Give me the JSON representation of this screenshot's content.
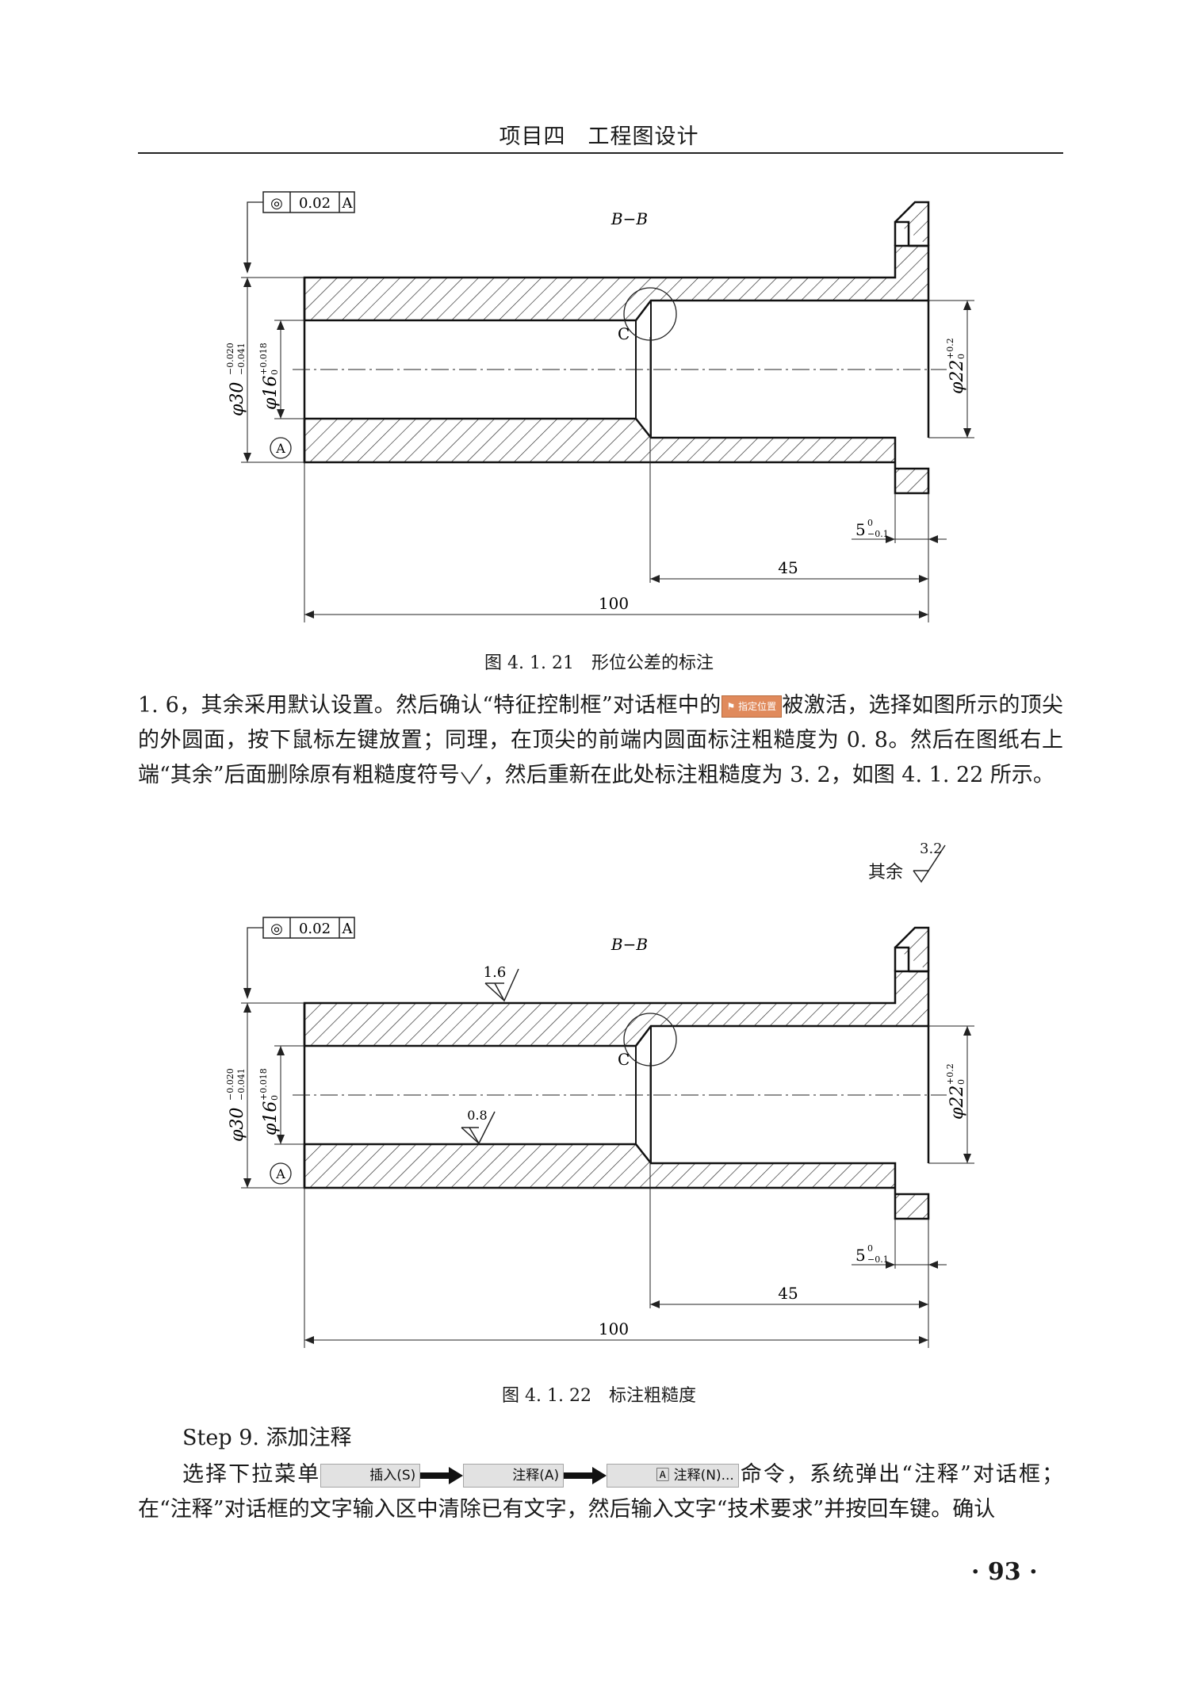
{
  "running_header": "项目四　工程图设计",
  "figure1": {
    "gdt_symbol": "◎",
    "gdt_tolerance": "0.02",
    "gdt_datum": "A",
    "section_label": "B−B",
    "chamfer_label": "C",
    "datum_label": "A",
    "dim_phi30": "φ30",
    "dim_phi30_upper": "−0.020",
    "dim_phi30_lower": "−0.041",
    "dim_phi16": "φ16",
    "dim_phi16_upper": "+0.018",
    "dim_phi16_lower": "0",
    "dim_phi22": "φ22",
    "dim_phi22_upper": "+0.2",
    "dim_phi22_lower": "0",
    "dim_5": "5",
    "dim_5_upper": "0",
    "dim_5_lower": "−0.1",
    "dim_45": "45",
    "dim_100": "100",
    "caption": "图 4. 1. 21　形位公差的标注"
  },
  "paragraph1": {
    "part1": "1. 6，其余采用默认设置。然后确认“特征控制框”对话框中的",
    "button_label": "指定位置",
    "part2": "被激活，选择如图所示的顶尖的外圆面，按下鼠标左键放置；同理，在顶尖的前端内圆面标注粗糙度为 0. 8。然后在图纸右上端“其余”后面删除原有粗糙度符号",
    "part3": "，然后重新在此处标注粗糙度为 3. 2，如图 4. 1. 22 所示。"
  },
  "figure2": {
    "remaining_label": "其余",
    "remaining_roughness": "3.2",
    "outer_roughness": "1.6",
    "inner_roughness": "0.8",
    "gdt_symbol": "◎",
    "gdt_tolerance": "0.02",
    "gdt_datum": "A",
    "section_label": "B−B",
    "chamfer_label": "C",
    "datum_label": "A",
    "dim_phi30": "φ30",
    "dim_phi30_upper": "−0.020",
    "dim_phi30_lower": "−0.041",
    "dim_phi16": "φ16",
    "dim_phi16_upper": "+0.018",
    "dim_phi16_lower": "0",
    "dim_phi22": "φ22",
    "dim_phi22_upper": "+0.2",
    "dim_phi22_lower": "0",
    "dim_5": "5",
    "dim_5_upper": "0",
    "dim_5_lower": "−0.1",
    "dim_45": "45",
    "dim_100": "100",
    "caption": "图 4. 1. 22　标注粗糙度"
  },
  "step": {
    "title": "Step 9. 添加注释"
  },
  "paragraph2": {
    "lead": "选择下拉菜单",
    "menu_insert": "插入(S)",
    "menu_annotation": "注释(A)",
    "menu_note": "注释(N)...",
    "rest": "命令，系统弹出“注释”对话框；在“注释”对话框的文字输入区中清除已有文字，然后输入文字“技术要求”并按回车键。确认"
  },
  "page_number": "· 93 ·"
}
